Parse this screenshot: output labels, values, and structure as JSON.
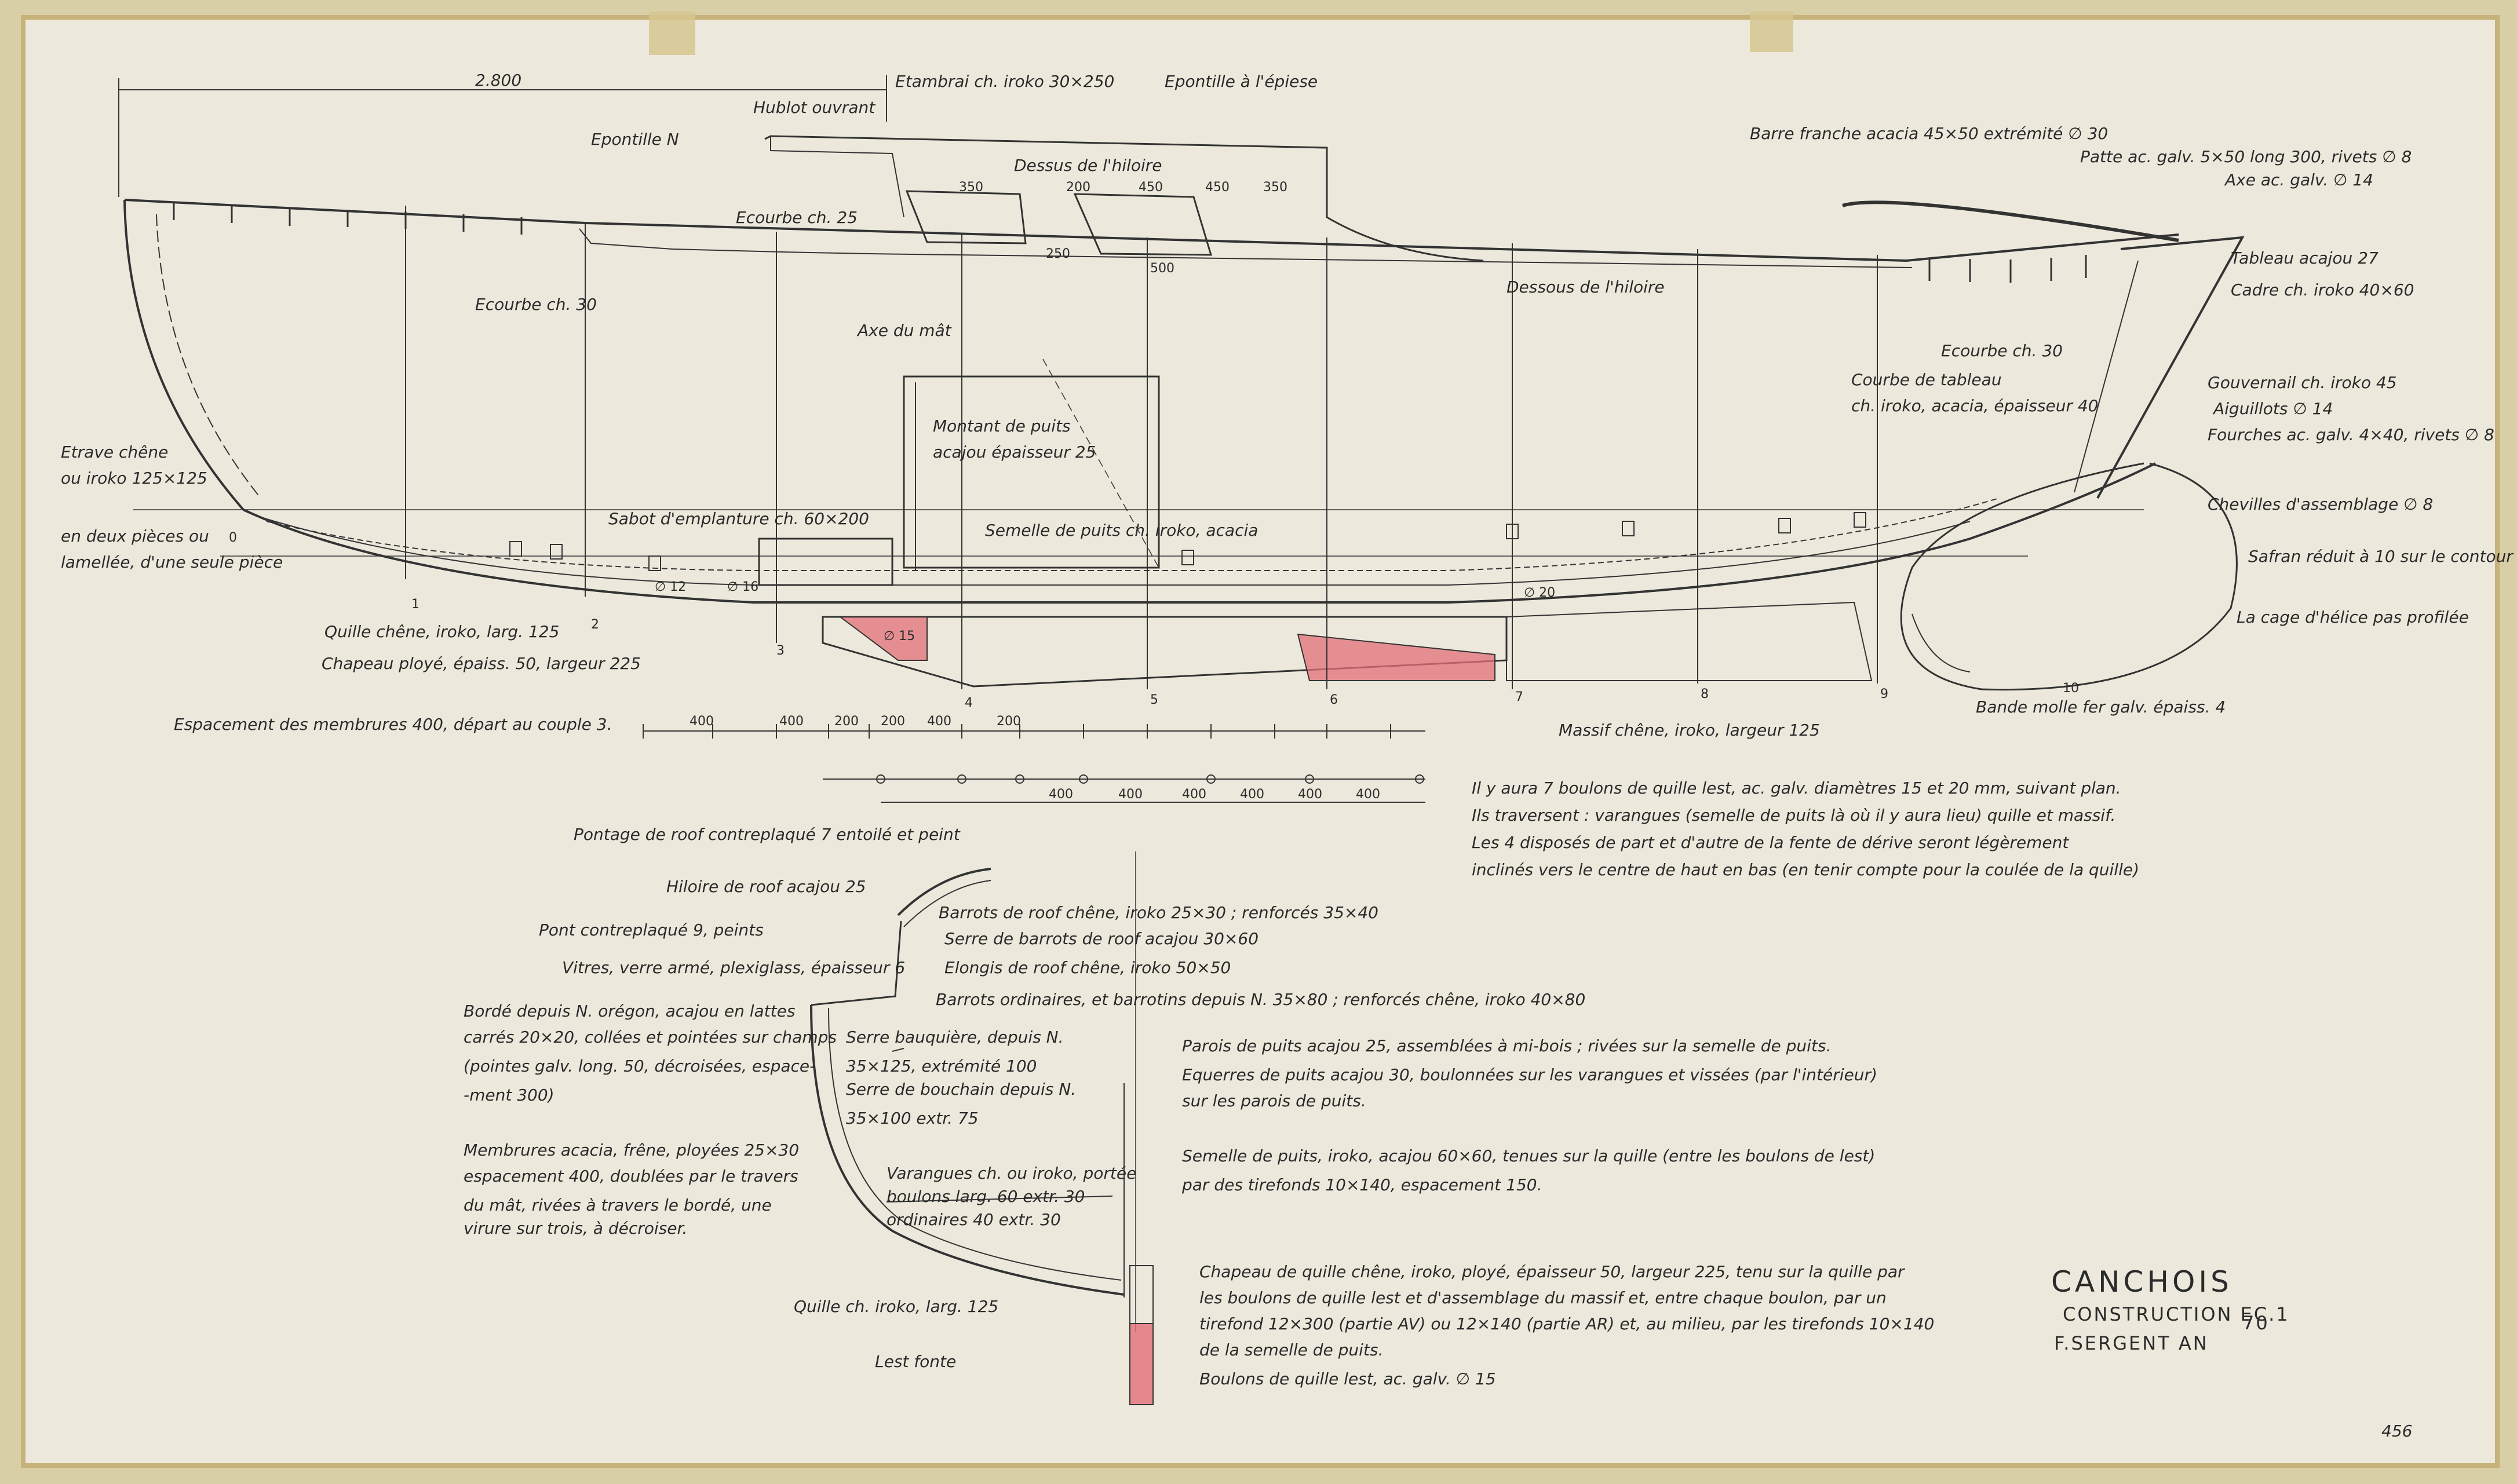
{
  "drawing": {
    "title": "CANCHOIS",
    "construction": "CONSTRUCTION EC.1",
    "author": "F.SERGENT AN",
    "revision_mark": "70",
    "sheet_number": "456",
    "colors": {
      "paper": "#ece9dc",
      "ink": "#2a2a2a",
      "lead_fill": "#e36f7a",
      "tape": "#d6c690",
      "border": "#c7b27a"
    }
  },
  "profile": {
    "top_dimension": "2.800",
    "labels": [
      "Etambrai ch. iroko 30×250",
      "Hublot ouvrant",
      "Epontille N",
      "Epontille à l'épiese",
      "Dessus de l'hiloire",
      "Ecourbe ch. 25",
      "Ecourbe ch. 30",
      "Dessous de l'hiloire",
      "Barre franche acacia 45×50 extrémité ∅ 30",
      "Patte ac. galv. 5×50 long 300, rivets ∅ 8",
      "Axe ac. galv. ∅ 14",
      "Tableau acajou 27",
      "Cadre ch. iroko 40×60",
      "Ecourbe ch. 30",
      "Courbe de tableau",
      "ch. iroko, acacia, épaisseur 40",
      "Gouvernail ch. iroko 45",
      "Aiguillots ∅ 14",
      "Fourches ac. galv. 4×40, rivets ∅ 8",
      "Chevilles d'assemblage ∅ 8",
      "Safran réduit à 10 sur le contour",
      "La cage d'hélice pas profilée",
      "Etrave chêne",
      "ou iroko 125×125",
      "en deux pièces ou",
      "lamellée, d'une seule pièce",
      "Montant de puits",
      "acajou épaisseur 25",
      "Semelle de puits ch. iroko, acacia",
      "Sabot d'emplanture ch. 60×200",
      "Quille chêne, iroko, larg. 125",
      "Chapeau ployé, épaiss. 50, largeur 225",
      "Massif chêne, iroko, largeur 125",
      "Bande molle fer galv. épaiss. 4",
      "Axe du mât"
    ],
    "station_numbers": [
      "1",
      "2",
      "3",
      "4",
      "5",
      "6",
      "7",
      "8",
      "9",
      "10",
      "0"
    ],
    "bolt_labels": [
      "∅ 20",
      "∅ 16",
      "∅ 15",
      "∅ 12"
    ],
    "hiloire_dims": [
      "350",
      "200",
      "450",
      "450",
      "350",
      "250",
      "500"
    ],
    "spacing_note": "Espacement des membrures 400, départ au couple 3.",
    "spacing_dims": [
      "400",
      "400",
      "200",
      "200",
      "400",
      "200",
      "400",
      "400",
      "400",
      "400",
      "400",
      "400"
    ]
  },
  "notes": [
    "Il y aura 7 boulons de quille lest, ac. galv. diamètres 15 et 20 mm, suivant plan.",
    "Ils traversent : varangues (semelle de puits là où il y aura lieu) quille et massif.",
    "Les 4 disposés de part et d'autre de la fente de dérive seront légèrement",
    "inclinés vers le centre de haut en bas (en tenir compte pour la coulée de la quille)"
  ],
  "section": {
    "labels": [
      "Pontage de roof contreplaqué 7 entoilé et peint",
      "Hiloire de roof acajou 25",
      "Barrots de roof chêne, iroko 25×30 ; renforcés 35×40",
      "Serre de barrots de roof acajou 30×60",
      "Pont contreplaqué 9, peints",
      "Elongis de roof chêne, iroko 50×50",
      "Vitres, verre armé, plexiglass, épaisseur 6",
      "Barrots ordinaires, et barrotins depuis N. 35×80 ; renforcés chêne, iroko 40×80",
      "Bordé depuis N. orégon, acajou en lattes",
      "carrés 20×20, collées et pointées sur champs",
      "(pointes galv. long. 50, décroisées, espace-",
      "-ment 300)",
      "Serre bauquière, depuis N.",
      "35×125, extrémité 100",
      "Serre de bouchain depuis N.",
      "35×100 extr. 75",
      "Membrures acacia, frêne, ployées 25×30",
      "espacement 400, doublées par le travers",
      "du mât, rivées à travers le bordé, une",
      "virure sur trois, à décroiser.",
      "Varangues ch. ou iroko, portée",
      "boulons larg. 60 extr. 30",
      "ordinaires 40 extr. 30",
      "Quille ch. iroko, larg. 125",
      "Lest fonte"
    ],
    "notes": [
      "Parois de puits acajou 25, assemblées à mi-bois ; rivées sur la semelle de puits.",
      "Equerres de puits acajou 30, boulonnées sur les varangues et vissées (par l'intérieur)",
      "sur les parois de puits.",
      "Semelle de puits, iroko, acajou 60×60, tenues sur la quille (entre les boulons de lest)",
      "par des tirefonds 10×140, espacement 150.",
      "Chapeau de quille chêne, iroko, ployé, épaisseur 50, largeur 225, tenu sur la quille par",
      "les boulons de quille lest et d'assemblage du massif et, entre chaque boulon, par un",
      "tirefond 12×300 (partie AV) ou 12×140 (partie AR) et, au milieu, par les tirefonds 10×140",
      "de la semelle de puits.",
      "Boulons de quille lest, ac. galv. ∅ 15"
    ]
  }
}
